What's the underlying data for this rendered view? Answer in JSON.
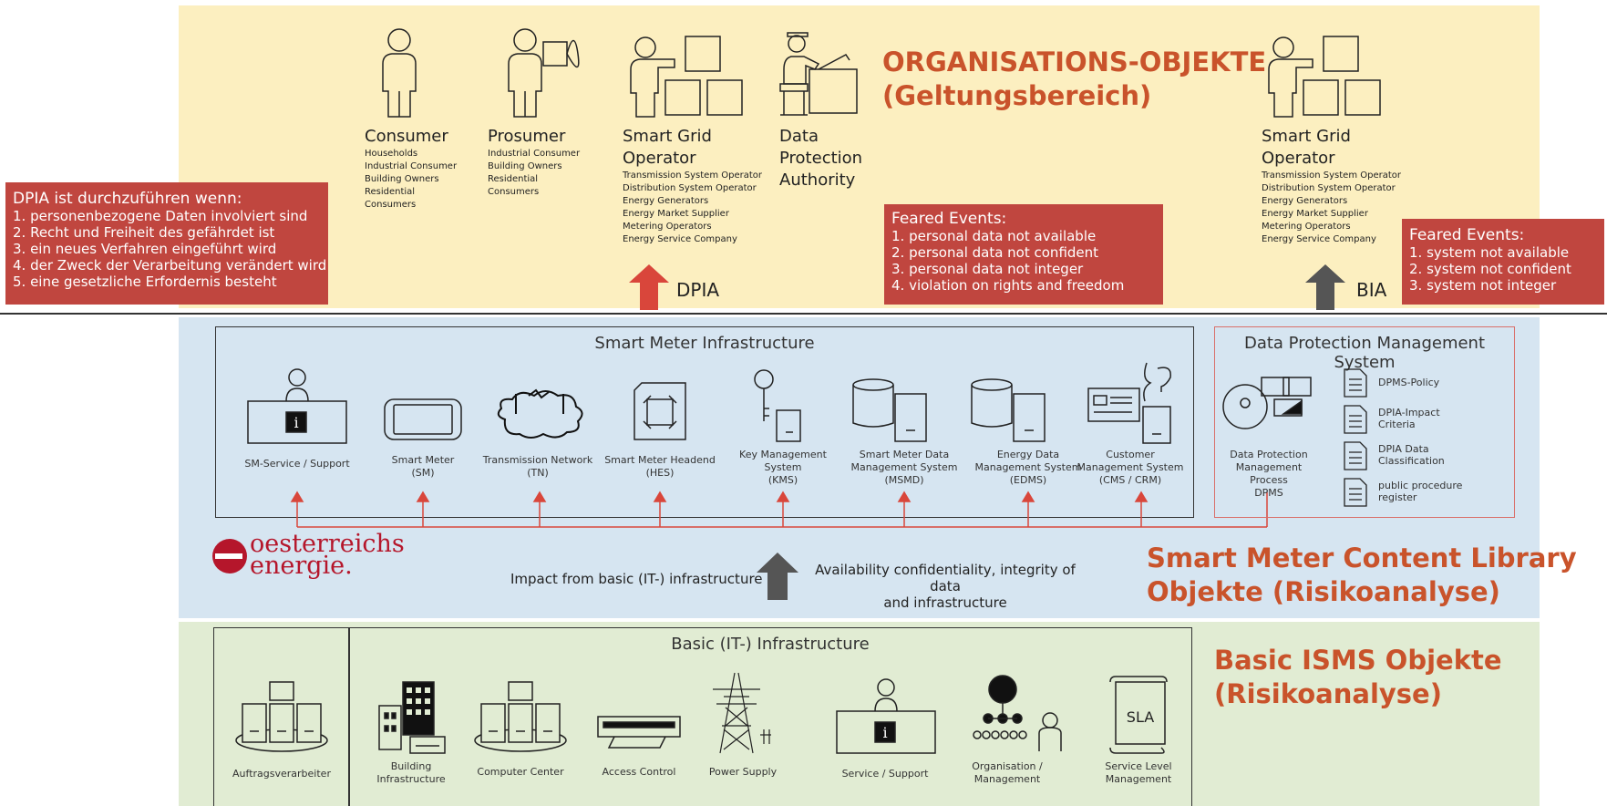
{
  "org": {
    "title_line1": "ORGANISATIONS-OBJEKTE",
    "title_line2": "(Geltungsbereich)",
    "actors": [
      {
        "title": "Consumer",
        "items": [
          "Households",
          "Industrial Consumer",
          "Building Owners",
          "Residential",
          "Consumers"
        ]
      },
      {
        "title": "Prosumer",
        "items": [
          "Industrial Consumer",
          "Building Owners",
          "Residential",
          "Consumers"
        ]
      },
      {
        "title": "Smart Grid",
        "title2": "Operator",
        "items": [
          "Transmission System Operator",
          "Distribution System Operator",
          "Energy Generators",
          "Energy Market Supplier",
          "Metering Operators",
          "Energy Service Company"
        ]
      },
      {
        "title": "Data",
        "title2": "Protection",
        "title3": "Authority"
      },
      {
        "title": "Smart Grid",
        "title2": "Operator",
        "items": [
          "Transmission System Operator",
          "Distribution System Operator",
          "Energy Generators",
          "Energy Market Supplier",
          "Metering Operators",
          "Energy Service Company"
        ]
      }
    ],
    "dpia_label": "DPIA",
    "bia_label": "BIA"
  },
  "dpia_box": {
    "heading": "DPIA ist durchzuführen wenn:",
    "items": [
      "1. personenbezogene Daten involviert sind",
      "2. Recht und Freiheit des gefährdet ist",
      "3. ein neues Verfahren eingeführt wird",
      "4. der Zweck der Verarbeitung verändert wird",
      "5. eine gesetzliche Erfordernis besteht"
    ]
  },
  "feared_dp": {
    "heading": "Feared Events:",
    "items": [
      "1. personal data not available",
      "2. personal data not confident",
      "3. personal data not integer",
      "4. violation on rights and freedom"
    ]
  },
  "feared_bia": {
    "heading": "Feared Events:",
    "items": [
      "1. system not available",
      "2. system not confident",
      "3. system not integer"
    ]
  },
  "smi": {
    "title": "Smart Meter Infrastructure",
    "items": [
      {
        "line1": "SM-Service / Support"
      },
      {
        "line1": "Smart Meter",
        "line2": "(SM)"
      },
      {
        "line1": "Transmission Network",
        "line2": "(TN)"
      },
      {
        "line1": "Smart Meter Headend",
        "line2": "(HES)"
      },
      {
        "line1": "Key Management",
        "line2": "System",
        "line3": "(KMS)"
      },
      {
        "line1": "Smart Meter Data",
        "line2": "Management System",
        "line3": "(MSMD)"
      },
      {
        "line1": "Energy Data",
        "line2": "Management System",
        "line3": "(EDMS)"
      },
      {
        "line1": "Customer",
        "line2": "Management System",
        "line3": "(CMS / CRM)"
      }
    ]
  },
  "dpms": {
    "title": "Data Protection Management System",
    "process_line1": "Data Protection",
    "process_line2": "Management Process",
    "process_line3": "DPMS",
    "docs": [
      {
        "line1": "DPMS-Policy"
      },
      {
        "line1": "DPIA-Impact",
        "line2": "Criteria"
      },
      {
        "line1": "DPIA Data",
        "line2": "Classification"
      },
      {
        "line1": "public procedure",
        "line2": "register"
      }
    ]
  },
  "logo": {
    "line1": "oesterreichs",
    "line2": "energie.",
    "color": "#b5162b"
  },
  "impact_text": "Impact from basic (IT-) infrastructure",
  "avail_line1": "Availability confidentiality, integrity of data",
  "avail_line2": "and infrastructure",
  "sm_title_line1": "Smart Meter Content Library",
  "sm_title_line2": "Objekte (Risikoanalyse)",
  "isms": {
    "title_line1": "Basic ISMS Objekte",
    "title_line2": "(Risikoanalyse)",
    "frame_title": "Basic (IT-) Infrastructure",
    "outsourced": "Auftragsverarbeiter",
    "items": [
      {
        "line1": "Building",
        "line2": "Infrastructure"
      },
      {
        "line1": "Computer Center"
      },
      {
        "line1": "Access Control"
      },
      {
        "line1": "Power Supply"
      },
      {
        "line1": "Service / Support"
      },
      {
        "line1": "Organisation /",
        "line2": "Management"
      },
      {
        "line1": "Service Level",
        "line2": "Management"
      }
    ],
    "sla_text": "SLA"
  },
  "colors": {
    "orange": "#c9532b",
    "red_box": "#c0463f",
    "arrow_red": "#d9463b",
    "arrow_gray": "#555555"
  }
}
